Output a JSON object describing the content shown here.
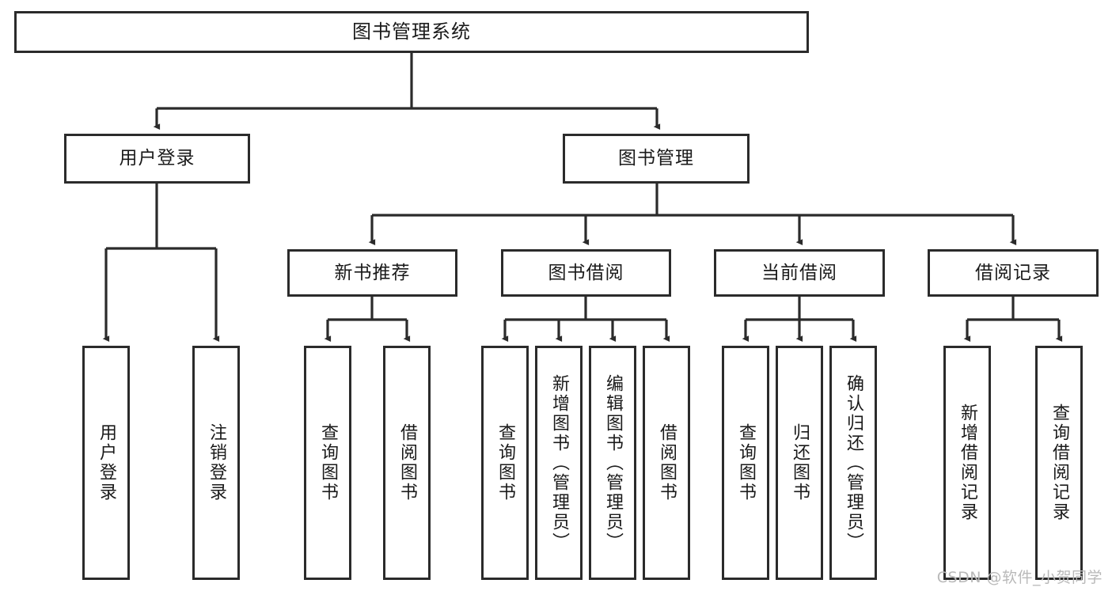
{
  "diagram": {
    "title": "图书管理系统",
    "type": "tree",
    "stroke_color": "#2b2b2b",
    "fill_color": "#ffffff",
    "text_color": "#1a1a1a"
  },
  "watermark": {
    "text": "CSDN @软件_小贺同学",
    "color": "#b9b9b9"
  },
  "nodes": {
    "root": {
      "label": "图书管理系统"
    },
    "level2": [
      {
        "label": "用户登录"
      },
      {
        "label": "图书管理"
      }
    ],
    "level3": [
      {
        "label": "新书推荐"
      },
      {
        "label": "图书借阅"
      },
      {
        "label": "当前借阅"
      },
      {
        "label": "借阅记录"
      }
    ],
    "leaves": {
      "user_login": [
        {
          "label": "用户登录"
        },
        {
          "label": "注销登录"
        }
      ],
      "new_book_recommend": [
        {
          "label": "查询图书"
        },
        {
          "label": "借阅图书"
        }
      ],
      "book_borrow": [
        {
          "label": "查询图书"
        },
        {
          "label": "新增图书（管理员）"
        },
        {
          "label": "编辑图书（管理员）"
        },
        {
          "label": "借阅图书"
        }
      ],
      "current_borrow": [
        {
          "label": "查询图书"
        },
        {
          "label": "归还图书"
        },
        {
          "label": "确认归还（管理员）"
        }
      ],
      "borrow_record": [
        {
          "label": "新增借阅记录"
        },
        {
          "label": "查询借阅记录"
        }
      ]
    }
  }
}
